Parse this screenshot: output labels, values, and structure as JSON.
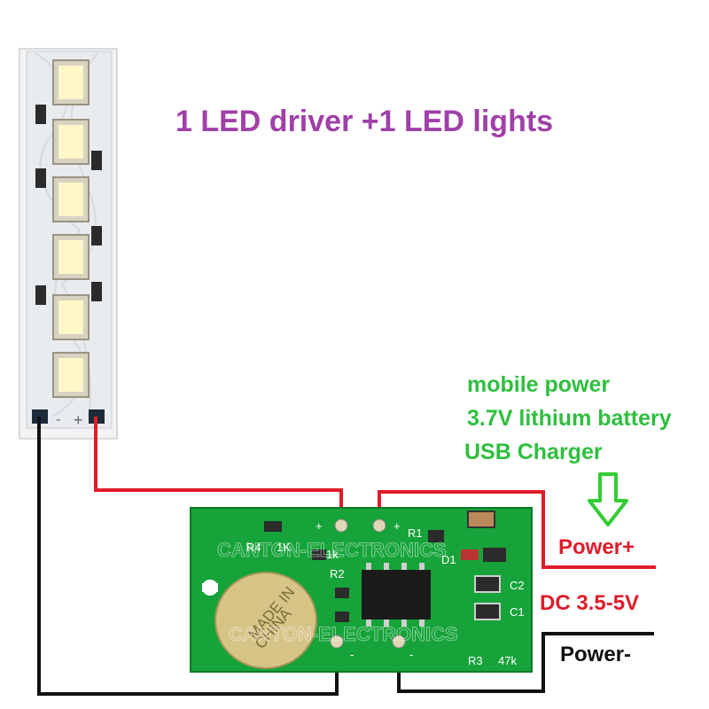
{
  "title": "1 LED driver +1 LED lights",
  "labels": {
    "mobile_power": "mobile power",
    "battery": "3.7V lithium battery",
    "usb_charger": "USB Charger",
    "power_plus": "Power+",
    "dc_range": "DC 3.5-5V",
    "power_minus": "Power-"
  },
  "pcb": {
    "silkscreen": {
      "r4": "R4",
      "r4_val": "1K",
      "r1_val": "1k",
      "r1": "R1",
      "r2": "R2",
      "d1": "D1",
      "c2": "C2",
      "c1": "C1",
      "r3": "R3",
      "r3_val": "47k",
      "plus1": "+",
      "plus2": "+",
      "minus": "-",
      "minus2": "-"
    },
    "watermark": "CANTON-ELECTRONICS",
    "coin_text_1": "MADE IN",
    "coin_text_2": "CHINA"
  },
  "led_strip": {
    "led_count": 6,
    "minus_marker": "-",
    "plus_marker": "+"
  },
  "colors": {
    "title": "#a040a8",
    "green_label": "#2fbf3f",
    "power_red": "#e01c2a",
    "wire_red": "#e01c2a",
    "wire_black": "#111111",
    "pcb_green": "#16a33a",
    "arrow": "#33cc33"
  }
}
